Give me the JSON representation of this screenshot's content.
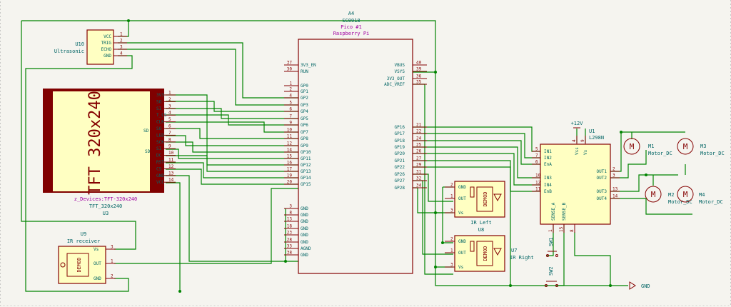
{
  "a4": {
    "ref": "A4",
    "value": "SC0918",
    "sub": "Pico #1",
    "desc": "Raspberry Pi",
    "left_pins": [
      {
        "num": "37",
        "name": "3V3_EN"
      },
      {
        "num": "30",
        "name": "RUN"
      },
      {
        "num": "1",
        "name": "GP0"
      },
      {
        "num": "2",
        "name": "GP1"
      },
      {
        "num": "4",
        "name": "GP2"
      },
      {
        "num": "5",
        "name": "GP3"
      },
      {
        "num": "6",
        "name": "GP4"
      },
      {
        "num": "7",
        "name": "GP5"
      },
      {
        "num": "9",
        "name": "GP6"
      },
      {
        "num": "10",
        "name": "GP7"
      },
      {
        "num": "11",
        "name": "GP8"
      },
      {
        "num": "12",
        "name": "GP9"
      },
      {
        "num": "14",
        "name": "GP10"
      },
      {
        "num": "15",
        "name": "GP11"
      },
      {
        "num": "16",
        "name": "GP12"
      },
      {
        "num": "17",
        "name": "GP13"
      },
      {
        "num": "19",
        "name": "GP14"
      },
      {
        "num": "20",
        "name": "GP15"
      },
      {
        "num": "3",
        "name": "GND"
      },
      {
        "num": "8",
        "name": "GND"
      },
      {
        "num": "13",
        "name": "GND"
      },
      {
        "num": "18",
        "name": "GND"
      },
      {
        "num": "23",
        "name": "GND"
      },
      {
        "num": "28",
        "name": "GND"
      },
      {
        "num": "33",
        "name": "AGND"
      },
      {
        "num": "38",
        "name": "GND"
      }
    ],
    "right_pins": [
      {
        "num": "40",
        "name": "VBUS"
      },
      {
        "num": "39",
        "name": "VSYS"
      },
      {
        "num": "36",
        "name": "3V3_OUT"
      },
      {
        "num": "35",
        "name": "ADC_VREF"
      },
      {
        "num": "21",
        "name": "GP16"
      },
      {
        "num": "22",
        "name": "GP17"
      },
      {
        "num": "24",
        "name": "GP18"
      },
      {
        "num": "25",
        "name": "GP19"
      },
      {
        "num": "26",
        "name": "GP20"
      },
      {
        "num": "27",
        "name": "GP21"
      },
      {
        "num": "29",
        "name": "GP22"
      },
      {
        "num": "31",
        "name": "GP26"
      },
      {
        "num": "32",
        "name": "GP27"
      },
      {
        "num": "34",
        "name": "GP28"
      }
    ]
  },
  "u10": {
    "ref": "U10",
    "value": "Ultrasonic",
    "pins": [
      {
        "num": "1",
        "name": "VCC"
      },
      {
        "num": "2",
        "name": "TRIG"
      },
      {
        "num": "3",
        "name": "ECHO"
      },
      {
        "num": "4",
        "name": "GND"
      }
    ]
  },
  "u3": {
    "ref": "U3",
    "lib": "z_Devices:TFT-320x240",
    "value": "TFT_320x240",
    "body_text": "TFT  320x240",
    "pins": [
      {
        "num": "1",
        "name": "3V3"
      },
      {
        "num": "2",
        "name": "SO"
      },
      {
        "num": "3",
        "name": "SI"
      },
      {
        "num": "4",
        "name": "T_CS"
      },
      {
        "num": "5",
        "name": "CLK"
      },
      {
        "num": "6",
        "name": "SO"
      },
      {
        "num": "7",
        "name": "LED"
      },
      {
        "num": "8",
        "name": "SCK"
      },
      {
        "num": "9",
        "name": "SI"
      },
      {
        "num": "10",
        "name": "DC"
      },
      {
        "num": "11",
        "name": "RST"
      },
      {
        "num": "12",
        "name": "CS"
      },
      {
        "num": "13",
        "name": "GND"
      },
      {
        "num": "14",
        "name": "VCC"
      }
    ],
    "side_labels": [
      "SD",
      "SD"
    ]
  },
  "u9": {
    "ref": "U9",
    "value": "IR receiver",
    "demod": "DEMOD",
    "pins": [
      {
        "num": "3",
        "name": "Vs"
      },
      {
        "num": "1",
        "name": "OUT"
      },
      {
        "num": "2",
        "name": "GND"
      }
    ]
  },
  "u8": {
    "ref": "U8",
    "value": "IR Left",
    "demod": "DEMOD",
    "pins": [
      {
        "num": "2",
        "name": "GND"
      },
      {
        "num": "1",
        "name": "OUT"
      },
      {
        "num": "3",
        "name": "Vs"
      }
    ]
  },
  "u7": {
    "ref": "U7",
    "value": "IR Right",
    "demod": "DEMOD",
    "pins": [
      {
        "num": "2",
        "name": "GND"
      },
      {
        "num": "1",
        "name": "OUT"
      },
      {
        "num": "3",
        "name": "Vs"
      }
    ]
  },
  "u1": {
    "ref": "U1",
    "value": "L298N",
    "power": "+12V",
    "left_pins": [
      {
        "num": "5",
        "name": "IN1"
      },
      {
        "num": "7",
        "name": "IN2"
      },
      {
        "num": "6",
        "name": "EnA"
      },
      {
        "num": "10",
        "name": "IN3"
      },
      {
        "num": "12",
        "name": "IN4"
      },
      {
        "num": "11",
        "name": "EnB"
      }
    ],
    "top_pins": [
      {
        "num": "4",
        "name": "Vss"
      },
      {
        "num": "9",
        "name": "Vs"
      }
    ],
    "right_pins": [
      {
        "num": "2",
        "name": "OUT1"
      },
      {
        "num": "3",
        "name": "OUT2"
      },
      {
        "num": "13",
        "name": "OUT3"
      },
      {
        "num": "14",
        "name": "OUT4"
      }
    ],
    "bottom_pins": [
      {
        "num": "1",
        "name": "SENSE_A"
      },
      {
        "num": "15",
        "name": "SENSE_B"
      },
      {
        "num": "8",
        "name": ""
      }
    ]
  },
  "motors": [
    {
      "ref": "M1",
      "value": "Motor_DC",
      "letter": "M"
    },
    {
      "ref": "M3",
      "value": "Motor_DC",
      "letter": "M"
    },
    {
      "ref": "M2",
      "value": "Motor_DC",
      "letter": "M"
    },
    {
      "ref": "M4",
      "value": "Motor_DC",
      "letter": "M"
    }
  ],
  "switches": [
    {
      "ref": "SW1"
    },
    {
      "ref": "SW2"
    }
  ],
  "gnd_label": "GND",
  "colors": {
    "wire": "#008400",
    "body_stroke": "#840000",
    "body_fill": "#ffffc2",
    "text": "#006464",
    "ref_magenta": "#a000a0",
    "tft_border": "#800000"
  }
}
